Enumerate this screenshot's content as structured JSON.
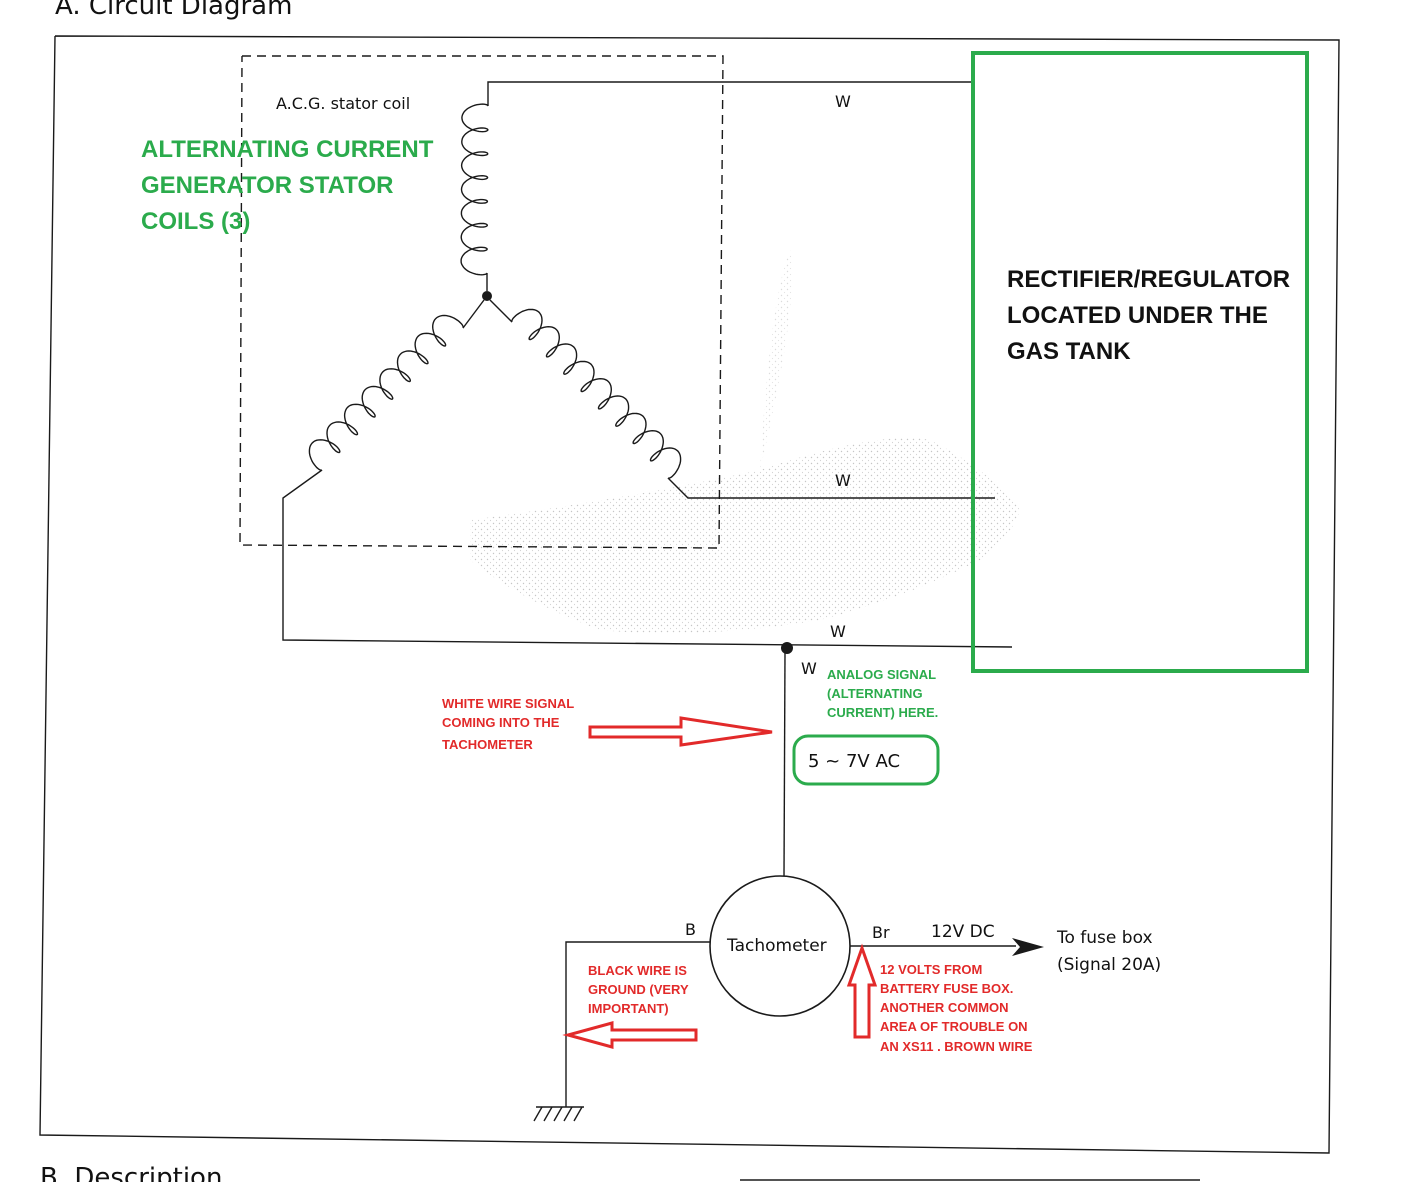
{
  "headings": {
    "section_a": "A.  Circuit Diagram",
    "section_b": "B.  Description"
  },
  "stator": {
    "label": "A.C.G. stator coil",
    "annotation": [
      "ALTERNATING CURRENT",
      "GENERATOR STATOR",
      "COILS (3)"
    ]
  },
  "wires": {
    "top": "W",
    "middle": "W",
    "bottom": "W",
    "tach_feed": "W",
    "ground": "B",
    "power": "Br"
  },
  "rectifier": {
    "lines": [
      "RECTIFIER/REGULATOR",
      "LOCATED UNDER THE",
      "GAS TANK"
    ]
  },
  "signal": {
    "voltage": "5 ~ 7V AC",
    "annotation": [
      "ANALOG SIGNAL",
      "(ALTERNATING",
      "CURRENT) HERE."
    ]
  },
  "white_wire_note": [
    "WHITE WIRE SIGNAL",
    "COMING INTO THE",
    "TACHOMETER"
  ],
  "tachometer": {
    "label": "Tachometer"
  },
  "power_feed": {
    "voltage": "12V DC",
    "destination": [
      "To fuse box",
      "(Signal 20A)"
    ],
    "annotation": [
      "12 VOLTS FROM",
      "BATTERY FUSE BOX.",
      "ANOTHER COMMON",
      "AREA OF TROUBLE ON",
      "AN XS11 . BROWN WIRE"
    ]
  },
  "ground_note": [
    "BLACK WIRE IS",
    "GROUND (VERY",
    "IMPORTANT)"
  ],
  "colors": {
    "annotation_green": "#2bab4c",
    "annotation_red": "#e22a2a",
    "print_black": "#111111"
  }
}
